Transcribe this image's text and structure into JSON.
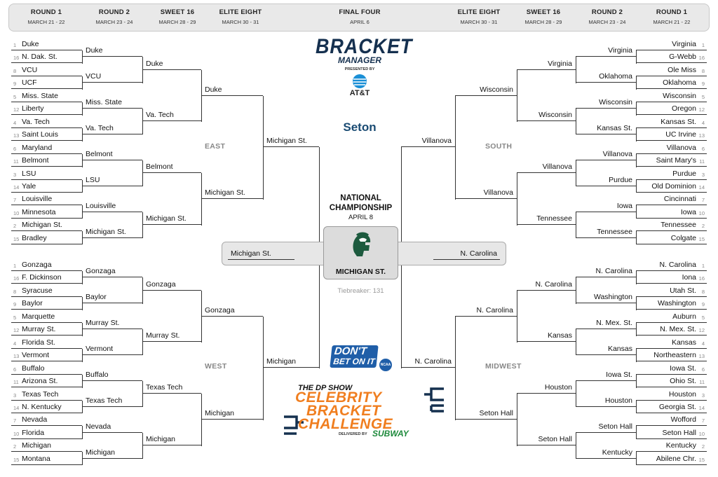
{
  "header": {
    "left": [
      {
        "title": "ROUND 1",
        "dates": "MARCH 21 - 22"
      },
      {
        "title": "ROUND 2",
        "dates": "MARCH 23 - 24"
      },
      {
        "title": "SWEET 16",
        "dates": "MARCH 28 - 29"
      },
      {
        "title": "ELITE EIGHT",
        "dates": "MARCH 30 - 31"
      }
    ],
    "center": {
      "title": "FINAL FOUR",
      "dates": "APRIL 6"
    },
    "right": [
      {
        "title": "ELITE EIGHT",
        "dates": "MARCH 30 - 31"
      },
      {
        "title": "SWEET 16",
        "dates": "MARCH 28 - 29"
      },
      {
        "title": "ROUND 2",
        "dates": "MARCH 23 - 24"
      },
      {
        "title": "ROUND 1",
        "dates": "MARCH 21 - 22"
      }
    ]
  },
  "branding": {
    "bracket_manager_title": "BRACKET",
    "bracket_manager_sub": "MANAGER",
    "presented_by": "PRESENTED BY",
    "sponsor": "AT&T",
    "user_name": "Seton",
    "dont_bet_line1": "DON'T",
    "dont_bet_line2": "BET ON IT",
    "ncaa_badge": "NCAA",
    "show_name": "THE DP SHOW",
    "challenge_line1": "CELEBRITY",
    "challenge_line2": "BRACKET",
    "challenge_line3": "CHALLENGE",
    "delivered_by": "DELIVERED BY",
    "subway": "SUBWAY"
  },
  "championship": {
    "title_line1": "NATIONAL",
    "title_line2": "CHAMPIONSHIP",
    "date": "APRIL 8",
    "champion": "MICHIGAN ST.",
    "tiebreaker": "Tiebreaker: 131",
    "left_finalist": "Michigan St.",
    "right_finalist": "N. Carolina"
  },
  "regions": {
    "east": {
      "name": "EAST",
      "r1": [
        {
          "seed": "1",
          "team": "Duke"
        },
        {
          "seed": "16",
          "team": "N. Dak. St."
        },
        {
          "seed": "8",
          "team": "VCU"
        },
        {
          "seed": "9",
          "team": "UCF"
        },
        {
          "seed": "5",
          "team": "Miss. State"
        },
        {
          "seed": "12",
          "team": "Liberty"
        },
        {
          "seed": "4",
          "team": "Va. Tech"
        },
        {
          "seed": "13",
          "team": "Saint Louis"
        },
        {
          "seed": "6",
          "team": "Maryland"
        },
        {
          "seed": "11",
          "team": "Belmont"
        },
        {
          "seed": "3",
          "team": "LSU"
        },
        {
          "seed": "14",
          "team": "Yale"
        },
        {
          "seed": "7",
          "team": "Louisville"
        },
        {
          "seed": "10",
          "team": "Minnesota"
        },
        {
          "seed": "2",
          "team": "Michigan St."
        },
        {
          "seed": "15",
          "team": "Bradley"
        }
      ],
      "r2": [
        "Duke",
        "VCU",
        "Miss. State",
        "Va. Tech",
        "Belmont",
        "LSU",
        "Louisville",
        "Michigan St."
      ],
      "s16": [
        "Duke",
        "Va. Tech",
        "Belmont",
        "Michigan St."
      ],
      "e8": [
        "Duke",
        "Michigan St."
      ],
      "ff": "Michigan St."
    },
    "west": {
      "name": "WEST",
      "r1": [
        {
          "seed": "1",
          "team": "Gonzaga"
        },
        {
          "seed": "16",
          "team": "F. Dickinson"
        },
        {
          "seed": "8",
          "team": "Syracuse"
        },
        {
          "seed": "9",
          "team": "Baylor"
        },
        {
          "seed": "5",
          "team": "Marquette"
        },
        {
          "seed": "12",
          "team": "Murray St."
        },
        {
          "seed": "4",
          "team": "Florida St."
        },
        {
          "seed": "13",
          "team": "Vermont"
        },
        {
          "seed": "6",
          "team": "Buffalo"
        },
        {
          "seed": "11",
          "team": "Arizona St."
        },
        {
          "seed": "3",
          "team": "Texas Tech"
        },
        {
          "seed": "14",
          "team": "N. Kentucky"
        },
        {
          "seed": "7",
          "team": "Nevada"
        },
        {
          "seed": "10",
          "team": "Florida"
        },
        {
          "seed": "2",
          "team": "Michigan"
        },
        {
          "seed": "15",
          "team": "Montana"
        }
      ],
      "r2": [
        "Gonzaga",
        "Baylor",
        "Murray St.",
        "Vermont",
        "Buffalo",
        "Texas Tech",
        "Nevada",
        "Michigan"
      ],
      "s16": [
        "Gonzaga",
        "Murray St.",
        "Texas Tech",
        "Michigan"
      ],
      "e8": [
        "Gonzaga",
        "Michigan"
      ],
      "ff": "Michigan"
    },
    "south": {
      "name": "SOUTH",
      "r1": [
        {
          "seed": "1",
          "team": "Virginia"
        },
        {
          "seed": "16",
          "team": "G-Webb"
        },
        {
          "seed": "8",
          "team": "Ole Miss"
        },
        {
          "seed": "9",
          "team": "Oklahoma"
        },
        {
          "seed": "5",
          "team": "Wisconsin"
        },
        {
          "seed": "12",
          "team": "Oregon"
        },
        {
          "seed": "4",
          "team": "Kansas St."
        },
        {
          "seed": "13",
          "team": "UC Irvine"
        },
        {
          "seed": "6",
          "team": "Villanova"
        },
        {
          "seed": "11",
          "team": "Saint Mary's"
        },
        {
          "seed": "3",
          "team": "Purdue"
        },
        {
          "seed": "14",
          "team": "Old Dominion"
        },
        {
          "seed": "7",
          "team": "Cincinnati"
        },
        {
          "seed": "10",
          "team": "Iowa"
        },
        {
          "seed": "2",
          "team": "Tennessee"
        },
        {
          "seed": "15",
          "team": "Colgate"
        }
      ],
      "r2": [
        "Virginia",
        "Oklahoma",
        "Wisconsin",
        "Kansas St.",
        "Villanova",
        "Purdue",
        "Iowa",
        "Tennessee"
      ],
      "s16": [
        "Virginia",
        "Wisconsin",
        "Villanova",
        "Tennessee"
      ],
      "e8": [
        "Wisconsin",
        "Villanova"
      ],
      "ff": "Villanova"
    },
    "midwest": {
      "name": "MIDWEST",
      "r1": [
        {
          "seed": "1",
          "team": "N. Carolina"
        },
        {
          "seed": "16",
          "team": "Iona"
        },
        {
          "seed": "8",
          "team": "Utah St."
        },
        {
          "seed": "9",
          "team": "Washington"
        },
        {
          "seed": "5",
          "team": "Auburn"
        },
        {
          "seed": "12",
          "team": "N. Mex. St."
        },
        {
          "seed": "4",
          "team": "Kansas"
        },
        {
          "seed": "13",
          "team": "Northeastern"
        },
        {
          "seed": "6",
          "team": "Iowa St."
        },
        {
          "seed": "11",
          "team": "Ohio St."
        },
        {
          "seed": "3",
          "team": "Houston"
        },
        {
          "seed": "14",
          "team": "Georgia St."
        },
        {
          "seed": "7",
          "team": "Wofford"
        },
        {
          "seed": "10",
          "team": "Seton Hall"
        },
        {
          "seed": "2",
          "team": "Kentucky"
        },
        {
          "seed": "15",
          "team": "Abilene Chr."
        }
      ],
      "r2": [
        "N. Carolina",
        "Washington",
        "N. Mex. St.",
        "Kansas",
        "Iowa St.",
        "Houston",
        "Seton Hall",
        "Kentucky"
      ],
      "s16": [
        "N. Carolina",
        "Kansas",
        "Houston",
        "Seton Hall"
      ],
      "e8": [
        "N. Carolina",
        "Seton Hall"
      ],
      "ff": "N. Carolina"
    }
  }
}
